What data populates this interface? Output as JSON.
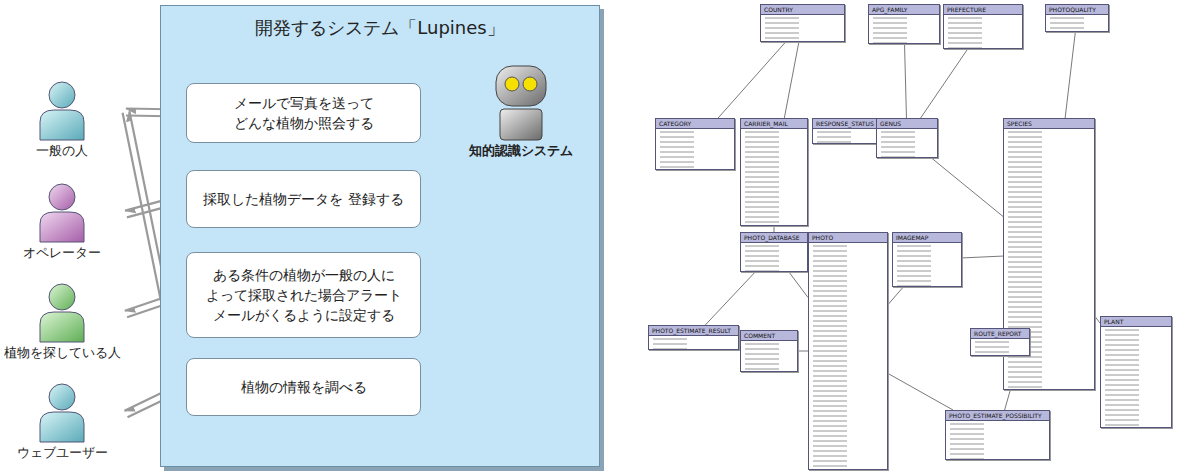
{
  "diagram": {
    "nodes": [
      {
        "text": [
          "開発するシステム「Lupines」"
        ]
      },
      {
        "text": [
          "メールで写真を送って どんな植物か照会する"
        ],
        "in": 0
      },
      {
        "text": [
          "採取した植物データを 登録する"
        ],
        "in": 0
      },
      {
        "text": [
          "ある条件の植物が一般の人に よって採取された場合アラート メールがくるように設定する"
        ],
        "in": 0
      },
      {
        "text": [
          "植物の情報を調べる"
        ],
        "in": 0
      },
      {
        "text": [
          "知的認識システム"
        ],
        "in": 0
      },
      {
        "text": [
          "一般の人"
        ]
      },
      {
        "text": [
          "オペレーター"
        ]
      },
      {
        "text": [
          "植物を探している人"
        ]
      },
      {
        "text": [
          "ウェブユーザー"
        ]
      },
      {
        "text": [
          "COUNTRY"
        ]
      },
      {
        "text": [
          "APG_FAMILY"
        ]
      },
      {
        "text": [
          "PREFECTURE"
        ]
      },
      {
        "text": [
          "PHOTOQUALITY"
        ]
      },
      {
        "text": [
          "CATEGORY"
        ]
      },
      {
        "text": [
          "CARRIER_MAIL"
        ]
      },
      {
        "text": [
          "RESPONSE_STATUS"
        ]
      },
      {
        "text": [
          "GENUS"
        ]
      },
      {
        "text": [
          "SPECIES"
        ]
      },
      {
        "text": [
          "PHOTO_DATABASE"
        ]
      },
      {
        "text": [
          "PHOTO"
        ]
      },
      {
        "text": [
          "IMAGEMAP"
        ]
      },
      {
        "text": [
          "PHOTO_ESTIMATE_RESULT"
        ]
      },
      {
        "text": [
          "COMMENT"
        ]
      },
      {
        "text": [
          "ROUTE_REPORT"
        ]
      },
      {
        "text": [
          "PLANT"
        ]
      },
      {
        "text": [
          "PHOTO_ESTIMATE_POSSIBILITY"
        ]
      }
    ],
    "edges": [
      {
        "from": 6,
        "to": 1,
        "arrow": "both"
      },
      {
        "from": 5,
        "to": 1,
        "arrow": "both"
      },
      {
        "from": 7,
        "to": 2,
        "arrow": "both"
      },
      {
        "from": 8,
        "to": 3,
        "arrow": "both"
      },
      {
        "from": 6,
        "to": 4,
        "arrow": "both"
      },
      {
        "from": 9,
        "to": 4,
        "arrow": "both"
      },
      {
        "from": 10,
        "to": 14,
        "arrow": "none"
      },
      {
        "from": 10,
        "to": 15,
        "arrow": "none"
      },
      {
        "from": 11,
        "to": 17,
        "arrow": "none"
      },
      {
        "from": 12,
        "to": 17,
        "arrow": "none"
      },
      {
        "from": 13,
        "to": 18,
        "arrow": "none"
      },
      {
        "from": 17,
        "to": 18,
        "arrow": "none"
      },
      {
        "from": 15,
        "to": 19,
        "arrow": "none"
      },
      {
        "from": 19,
        "to": 20,
        "arrow": "none"
      },
      {
        "from": 20,
        "to": 21,
        "arrow": "none"
      },
      {
        "from": 19,
        "to": 22,
        "arrow": "none"
      },
      {
        "from": 20,
        "to": 23,
        "arrow": "none"
      },
      {
        "from": 21,
        "to": 18,
        "arrow": "none"
      },
      {
        "from": 18,
        "to": 25,
        "arrow": "none"
      },
      {
        "from": 18,
        "to": 24,
        "arrow": "none"
      },
      {
        "from": 20,
        "to": 26,
        "arrow": "none"
      },
      {
        "from": 18,
        "to": 26,
        "arrow": "none"
      }
    ]
  }
}
